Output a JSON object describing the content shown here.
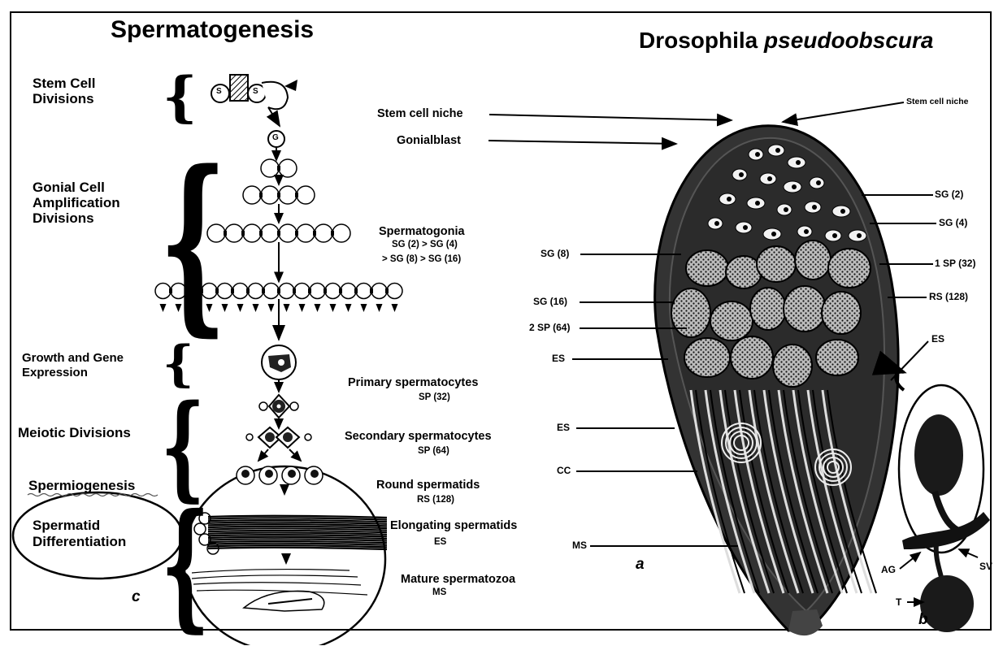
{
  "titles": {
    "left": "Spermatogenesis",
    "right_plain": "Drosophila ",
    "right_italic": "pseudoobscura"
  },
  "stages": {
    "stem": "Stem Cell Divisions",
    "gonial": "Gonial Cell Amplification Divisions",
    "growth": "Growth and Gene Expression",
    "meiotic": "Meiotic Divisions",
    "spermiogenesis": "Spermiogenesis",
    "differentiation": "Spermatid Differentiation"
  },
  "schematic_labels": {
    "stem_s_left": "S",
    "stem_s_right": "S",
    "gonialblast_g": "G"
  },
  "descriptions": {
    "stem_niche": "Stem cell niche",
    "gonialblast": "Gonialblast",
    "spermatogonia": "Spermatogonia",
    "spermatogonia_sub1": "SG (2) > SG (4)",
    "spermatogonia_sub2": "> SG (8) > SG (16)",
    "primary": "Primary spermatocytes",
    "primary_sub": "SP (32)",
    "secondary": "Secondary spermatocytes",
    "secondary_sub": "SP (64)",
    "round": "Round spermatids",
    "round_sub": "RS (128)",
    "elongating": "Elongating spermatids",
    "elongating_sub": "ES",
    "mature": "Mature spermatozoa",
    "mature_sub": "MS"
  },
  "testis_labels_right": {
    "niche": "Stem cell niche",
    "sg2": "SG (2)",
    "sg4": "SG (4)",
    "sp32": "1 SP (32)",
    "rs128": "RS (128)",
    "es": "ES"
  },
  "testis_labels_left": {
    "sg8": "SG (8)",
    "sg16": "SG (16)",
    "sp64": "2 SP (64)",
    "es1": "ES",
    "es2": "ES",
    "cc": "CC",
    "ms": "MS"
  },
  "inset_labels": {
    "ag": "AG",
    "sv": "SV",
    "t": "T"
  },
  "panel_letters": {
    "a": "a",
    "b": "b",
    "c": "c"
  }
}
